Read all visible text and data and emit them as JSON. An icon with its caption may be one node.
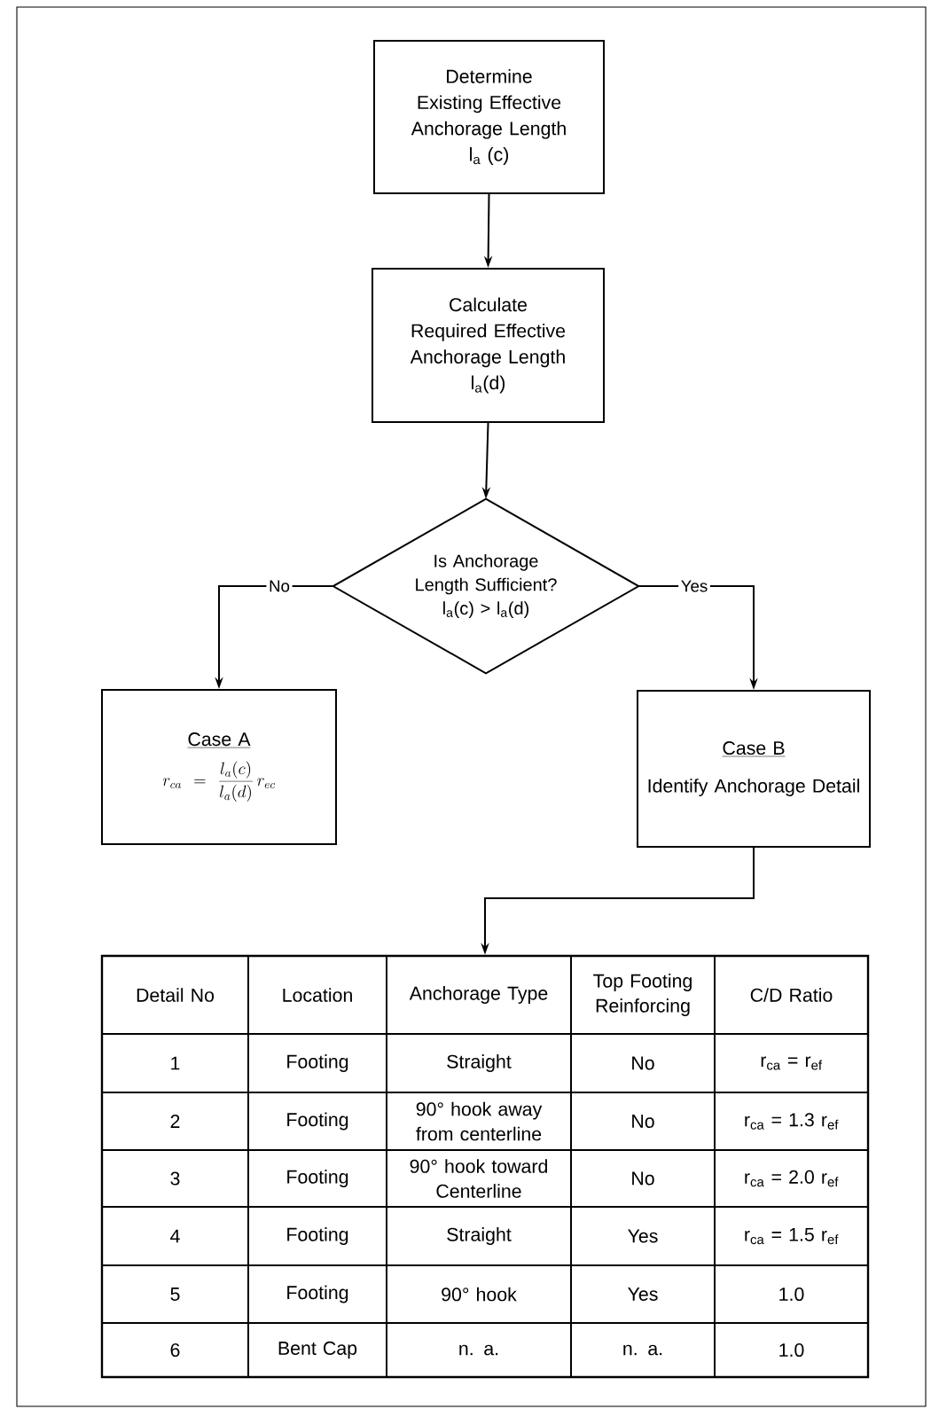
{
  "diagram": {
    "nodes": [
      {
        "text": [
          "Determine Existing Effective Anchorage Length",
          "l$_{a}$ (c)"
        ]
      },
      {
        "text": [
          "Calculate Required Effective Anchorage Length",
          "l$_{a}$(d)"
        ]
      },
      {
        "text": [
          "Is Anchorage Length Sufficient?",
          "l$_{a}$(c) > l$_{a}$(d)"
        ]
      },
      {
        "text": [
          "Case A",
          "r_{ca} = \\frac{l_{a}(c)}{l_{a}(d)}\\, r_{ec}"
        ]
      },
      {
        "text": [
          "Case B",
          "Identify Anchorage Detail"
        ]
      },
      {
        "text": [],
        "shape": "table"
      }
    ],
    "edges": [
      {
        "from": 0,
        "to": 1,
        "arrow": "to"
      },
      {
        "from": 1,
        "to": 2,
        "arrow": "to"
      },
      {
        "from": 2,
        "to": 3,
        "arrow": "to",
        "label": "No"
      },
      {
        "from": 2,
        "to": 4,
        "arrow": "to",
        "label": "Yes"
      },
      {
        "from": 4,
        "to": 5,
        "arrow": "to"
      }
    ],
    "labels": [
      "Detail No",
      "Location",
      "Anchorage Type",
      "Top Footing Reinforcing",
      "C/D Ratio",
      "1",
      "Footing",
      "Straight",
      "No",
      "r$_{ca}$ = r$_{ef}$",
      "2",
      "Footing",
      "90° hook away from centerline",
      "No",
      "r$_{ca}$ = 1.3 r$_{ef}$",
      "3",
      "Footing",
      "90° hook toward Centerline",
      "No",
      "r$_{ca}$ = 2.0 r$_{ef}$",
      "4",
      "Footing",
      "Straight",
      "Yes",
      "r$_{ca}$ = 1.5 r$_{ef}$",
      "5",
      "Footing",
      "90° hook",
      "Yes",
      "1.0",
      "6",
      "Bent Cap",
      "n. a.",
      "n. a.",
      "1.0"
    ]
  }
}
